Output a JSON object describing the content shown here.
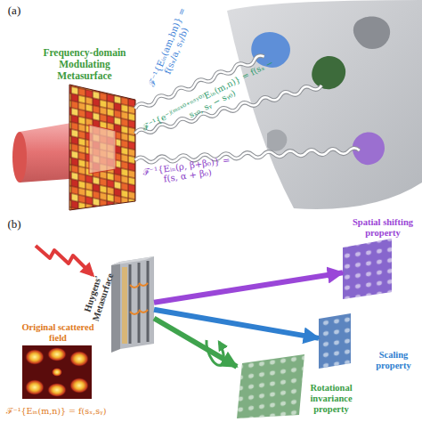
{
  "diagram": {
    "nodes": [
      {
        "text": [
          "Frequency-domain Modulating Metasurface"
        ]
      },
      {
        "text": [
          "Huygens' Metasurface"
        ]
      },
      {
        "text": [
          "Original scattered field",
          "ℱ⁻¹{Eᵢₙ(m,n)} = f(sₓ,sᵧ)"
        ]
      },
      {
        "text": [
          "Spatial shifting property"
        ]
      },
      {
        "text": [
          "Scaling property"
        ]
      },
      {
        "text": [
          "Rotational invariance property"
        ]
      }
    ],
    "edges": [
      {
        "from": 1,
        "to": 3,
        "arrow": "to"
      },
      {
        "from": 1,
        "to": 4,
        "arrow": "to"
      },
      {
        "from": 1,
        "to": 5,
        "arrow": "to"
      }
    ],
    "labels": [
      "(a)",
      "ℱ⁻¹{Eᵢₙ(am,bn)} = f(sₓ/a, sᵧ/b)",
      "ℱ⁻¹{e⁻ʲ⁽ᵐˢˣ⁰⁺ⁿˢʸ⁰⁾Eᵢₙ(m,n)} = f(sₓ − sₓ₀, sᵧ − sᵧ₀)",
      "ℱ⁻¹{Eᵢₙ(ρ, β+β₀)} = f(s, α + β₀)",
      "(b)"
    ]
  }
}
